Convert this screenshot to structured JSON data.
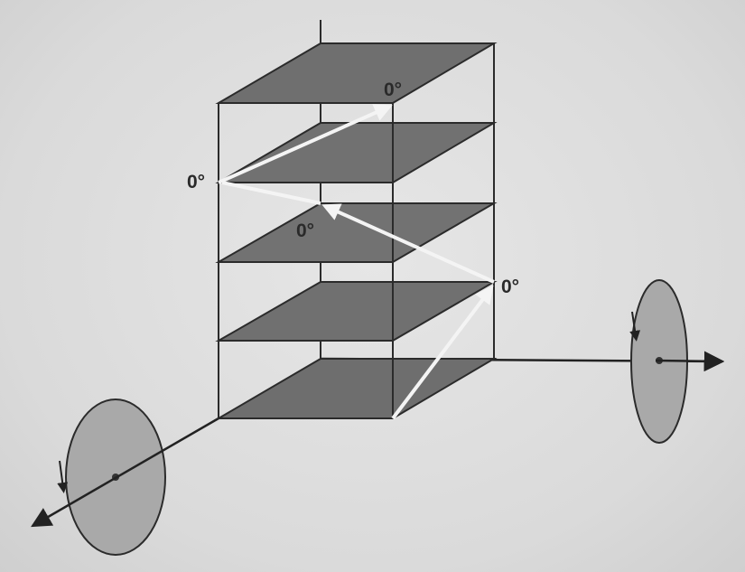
{
  "diagram": {
    "labels": {
      "top_right": "0°",
      "left": "0°",
      "center": "0°",
      "right": "0°"
    },
    "colors": {
      "background": "#dcdcdc",
      "plate_fill": "#6e6e6e",
      "plate_stroke": "#2b2b2b",
      "frame": "#2b2b2b",
      "arrow": "#f4f4f4",
      "disc_fill": "#a9a9a9",
      "axis": "#222222"
    }
  }
}
